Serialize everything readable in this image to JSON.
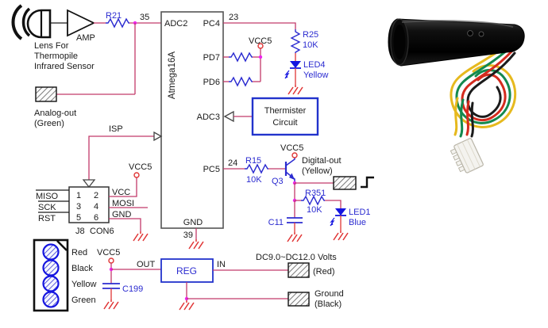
{
  "colors": {
    "wire": "#c23a6a",
    "component_blue": "#2b2bd0",
    "power_red": "#e03535",
    "junction_magenta": "#ee22ee",
    "box_blue": "#2233cc",
    "led_blue": "#1515e0",
    "text_black": "#1a1a1a"
  },
  "sensor": {
    "lens_caption": [
      "Lens For",
      "Thermopile",
      "Infrared Sensor"
    ],
    "amp_label": "AMP",
    "r21_ref": "R21",
    "pin35": "35",
    "analog_out": {
      "line1": "Analog-out",
      "line2": "(Green)"
    }
  },
  "ic": {
    "name": "Atmega16A",
    "pins": {
      "adc2": "ADC2",
      "pc4": "PC4",
      "pd7": "PD7",
      "pd6": "PD6",
      "adc3": "ADC3",
      "pc5": "PC5",
      "gnd": "GND"
    },
    "pin_numbers": {
      "pc4": "23",
      "pc5": "24",
      "gnd": "39"
    }
  },
  "power": {
    "vcc5": "VCC5"
  },
  "led4_branch": {
    "r25_ref": "R25",
    "r25_val": "10K",
    "led_ref": "LED4",
    "led_color": "Yellow"
  },
  "thermistor": {
    "line1": "Thermister",
    "line2": "Circuit"
  },
  "q3_branch": {
    "r15_ref": "R15",
    "r15_val": "10K",
    "q3_ref": "Q3",
    "out_line1": "Digital-out",
    "out_line2": "(Yellow)"
  },
  "led1_branch": {
    "r351_ref": "R351",
    "r351_val": "10K",
    "led_ref": "LED1",
    "led_color": "Blue",
    "c11_ref": "C11"
  },
  "isp": {
    "label": "ISP",
    "connector": {
      "pins": [
        "1",
        "2",
        "3",
        "4",
        "5",
        "6"
      ],
      "left_labels": [
        "MISO",
        "SCK",
        "RST"
      ],
      "right_labels": [
        "VCC",
        "MOSI",
        "GND"
      ],
      "ref": "J8",
      "type": "CON6"
    }
  },
  "wire_legend": {
    "colors": [
      "Red",
      "Black",
      "Yellow",
      "Green"
    ]
  },
  "regulator": {
    "c199_ref": "C199",
    "reg_label": "REG",
    "out_label": "OUT",
    "in_label": "IN",
    "vin": {
      "line1": "DC9.0~DC12.0 Volts",
      "line2": "(Red)"
    },
    "gnd": {
      "line1": "Ground",
      "line2": "(Black)"
    }
  }
}
